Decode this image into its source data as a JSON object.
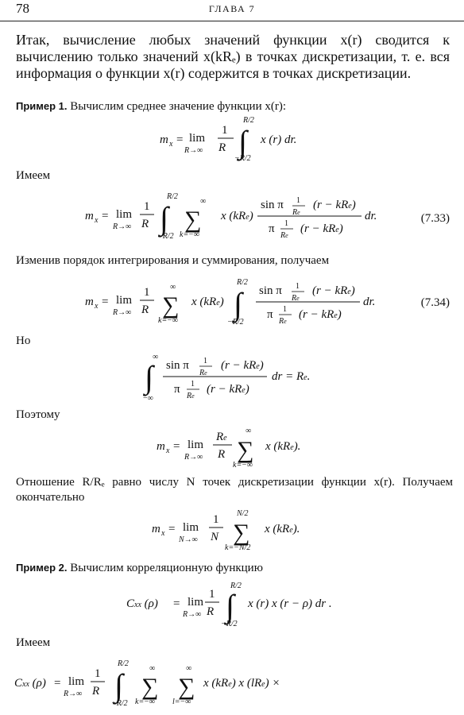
{
  "header": {
    "page_number": "78",
    "chapter": "ГЛАВА 7"
  },
  "intro": "Итак, вычисление любых значений функции x(r) сводится к вычислению только значений x(kRₑ) в точках дискретизации, т. е. вся информация о функции x(r) содержится в точках дискретизации.",
  "example1": {
    "label": "Пример 1.",
    "text": "Вычислим среднее значение функции x(r):"
  },
  "t_imeem1": "Имеем",
  "eq33": "(7.33)",
  "t_swap": "Изменив порядок интегрирования и суммирования, получаем",
  "eq34": "(7.34)",
  "t_no": "Но",
  "t_poetomu": "Поэтому",
  "t_ratio": "Отношение R/Rₑ равно числу N точек дискретизации функции x(r). Получаем окончательно",
  "example2": {
    "label": "Пример 2.",
    "text": "Вычислим корреляционную функцию"
  },
  "t_imeem2": "Имеем"
}
